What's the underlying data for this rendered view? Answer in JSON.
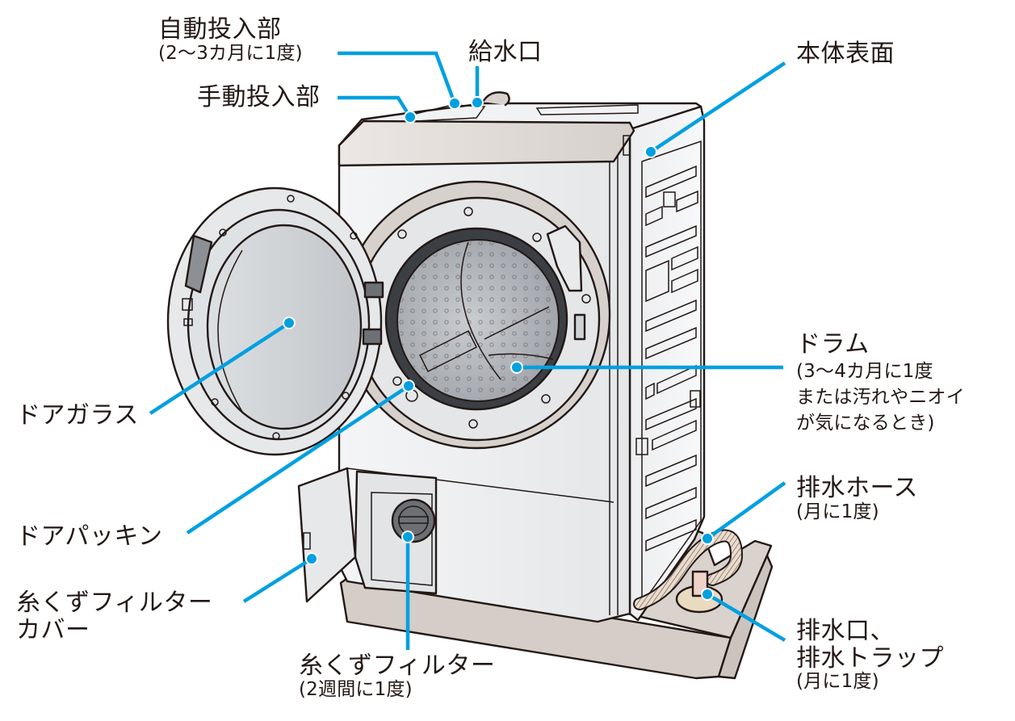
{
  "diagram": {
    "subject": "front-loading washing machine maintenance parts",
    "accent_color": "#00a0e0",
    "labels": {
      "auto_dispenser": {
        "name": "自動投入部",
        "frequency": "(2〜3カ月に1度)"
      },
      "manual_dispenser": {
        "name": "手動投入部"
      },
      "water_inlet": {
        "name": "給水口"
      },
      "body_surface": {
        "name": "本体表面"
      },
      "drum": {
        "name": "ドラム",
        "frequency_lines": [
          "(3〜4カ月に1度",
          "または汚れやニオイ",
          "が気になるとき)"
        ]
      },
      "drain_hose": {
        "name": "排水ホース",
        "frequency": "(月に1度)"
      },
      "drain_outlet": {
        "name_lines": [
          "排水口、",
          "排水トラップ"
        ],
        "frequency": "(月に1度)"
      },
      "door_glass": {
        "name": "ドアガラス"
      },
      "door_gasket": {
        "name": "ドアパッキン"
      },
      "lint_filter_cover": {
        "name_lines": [
          "糸くずフィルター",
          "カバー"
        ]
      },
      "lint_filter": {
        "name": "糸くずフィルター",
        "frequency": "(2週間に1度)"
      }
    }
  }
}
